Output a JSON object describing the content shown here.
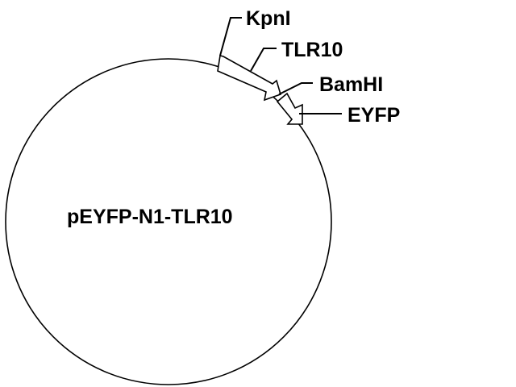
{
  "plasmid": {
    "name": "pEYFP-N1-TLR10"
  },
  "features": {
    "kpni": {
      "label": "KpnI"
    },
    "tlr10": {
      "label": "TLR10"
    },
    "bamhi": {
      "label": "BamHI"
    },
    "eyfp": {
      "label": "EYFP"
    }
  },
  "colors": {
    "line": "#000000",
    "background": "#ffffff"
  }
}
